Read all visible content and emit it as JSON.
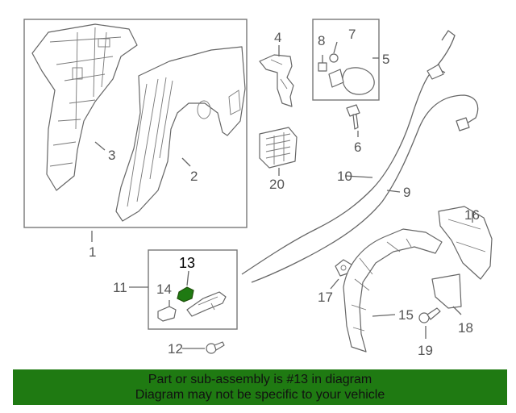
{
  "callouts": {
    "c1": "1",
    "c2": "2",
    "c3": "3",
    "c4": "4",
    "c5": "5",
    "c6": "6",
    "c7": "7",
    "c8": "8",
    "c9": "9",
    "c10": "10",
    "c11": "11",
    "c12": "12",
    "c13": "13",
    "c14": "14",
    "c15": "15",
    "c16": "16",
    "c17": "17",
    "c18": "18",
    "c19": "19",
    "c20": "20"
  },
  "highlight": {
    "part_number": "13",
    "color": "#1f7a12"
  },
  "banner": {
    "line1": "Part or sub-assembly is #13 in diagram",
    "line2": "Diagram may not be specific to your vehicle",
    "background": "#1f7a12"
  }
}
